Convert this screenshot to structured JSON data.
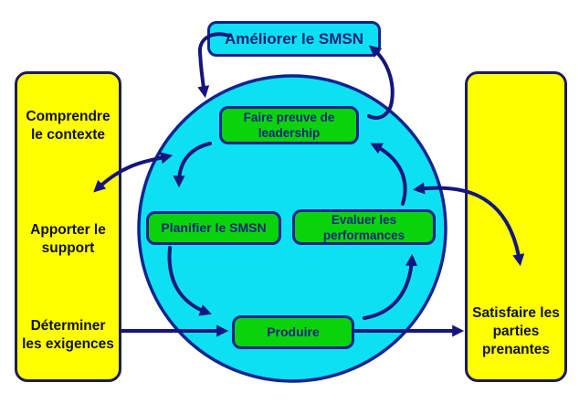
{
  "colors": {
    "box_yellow": "#ffff00",
    "border_navy_dark": "#1b1b5c",
    "fill_cyan": "#0ce0f2",
    "border_blue": "#0c2390",
    "fill_green": "#0bd30b",
    "arrow_navy": "#15157d",
    "text_navy": "#13247f",
    "text_dark": "#101028"
  },
  "top_box": {
    "label": "Améliorer le SMSN"
  },
  "left_box": {
    "item_context": "Comprendre le contexte",
    "item_support": "Apporter le support",
    "item_requirements": "Déterminer les exigences"
  },
  "right_box": {
    "label": "Satisfaire les parties prenantes"
  },
  "cycle": {
    "leadership": "Faire preuve de leadership",
    "plan": "Planifier le SMSN",
    "evaluate": "Evaluer les performances",
    "produce": "Produire"
  }
}
